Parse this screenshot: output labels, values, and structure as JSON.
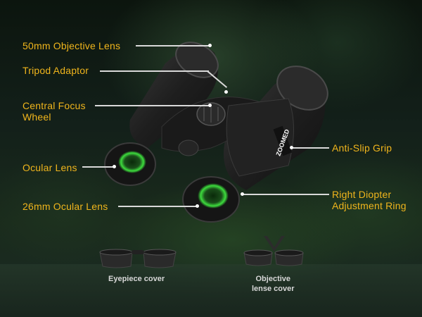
{
  "product": {
    "brand": "ZOOMED",
    "type": "binoculars"
  },
  "callouts": {
    "objective_lens": "50mm Objective Lens",
    "tripod_adaptor": "Tripod Adaptor",
    "central_focus_line1": "Central Focus",
    "central_focus_line2": "Wheel",
    "ocular_lens": "Ocular Lens",
    "ocular_26mm": "26mm Ocular Lens",
    "anti_slip": "Anti-Slip Grip",
    "right_diopter_line1": "Right Diopter",
    "right_diopter_line2": "Adjustment Ring"
  },
  "accessories": {
    "eyepiece_cover": "Eyepiece cover",
    "objective_cover_line1": "Objective",
    "objective_cover_line2": "lense cover"
  },
  "colors": {
    "label": "#f0b51c",
    "leader_line": "#d9d9d9",
    "accessory_label": "#d8d8d8",
    "lens_glow": "#3ddc3d"
  }
}
